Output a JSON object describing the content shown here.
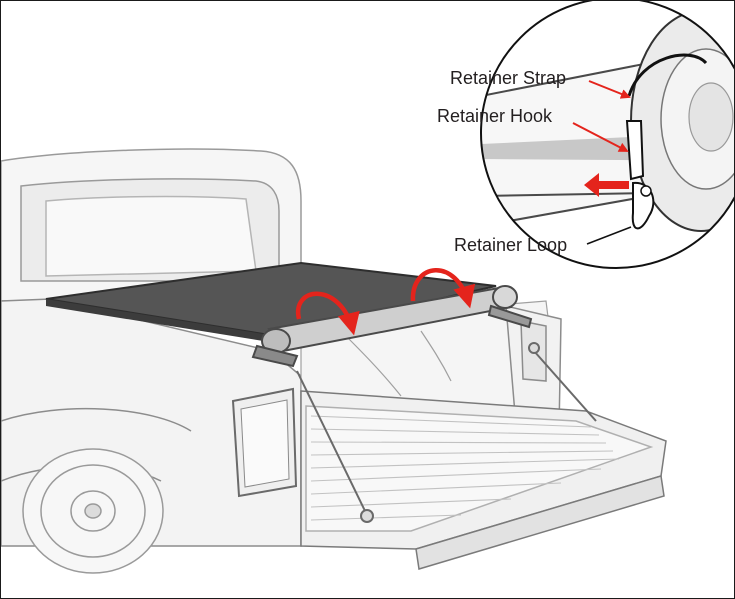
{
  "callouts": {
    "retainer_strap": "Retainer Strap",
    "retainer_hook": "Retainer Hook",
    "retainer_loop": "Retainer Loop"
  },
  "colors": {
    "arrow": "#e4241c",
    "outline": "#3a3a3a",
    "tonneau": "#555555",
    "roll": "#cfcfcf"
  }
}
